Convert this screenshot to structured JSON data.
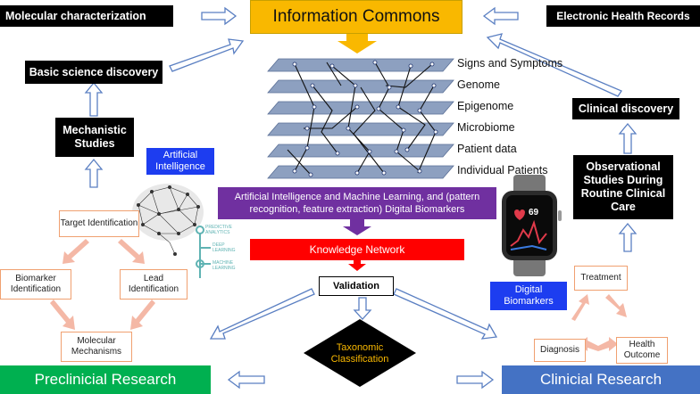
{
  "colors": {
    "commons_fill": "#f9b800",
    "purple_bar": "#7030a0",
    "red_bar": "#ff0000",
    "green_bar": "#00b050",
    "blue_bar": "#4472c4",
    "blue_label": "#1d3df0",
    "orange_border": "#f0a070",
    "pink_arrow": "#f4b8a6"
  },
  "top_left": {
    "molecular": "Molecular characterization",
    "basic_science": "Basic science discovery",
    "mechanistic": "Mechanistic Studies"
  },
  "top_right": {
    "ehr": "Electronic Health Records",
    "clinical_discovery": "Clinical discovery",
    "observational": "Observational Studies During Routine  Clinical Care"
  },
  "center": {
    "commons": "Information Commons",
    "layers": [
      "Signs and Symptoms",
      "Genome",
      "Epigenome",
      "Microbiome",
      "Patient data",
      "Individual Patients"
    ],
    "ai_bar": "Artificial Intelligence and Machine Learning, and (pattern recognition, feature extraction) Digital Biomarkers",
    "knowledge": "Knowledge Network",
    "validation": "Validation",
    "taxonomic": "Taxonomic Classification"
  },
  "labels": {
    "ai": "Artificial Intelligence",
    "digital_biomarkers": "Digital Biomarkers",
    "predictive": "PREDICTIVE ANALYTICS",
    "deep": "DEEP LEARNING",
    "machine": "MACHINE LEARNING",
    "watch_num": "69"
  },
  "preclinical": {
    "target": "Target Identification",
    "biomarker": "Biomarker Identification",
    "lead": "Lead Identification",
    "molecular_mech": "Molecular Mechanisms",
    "bar": "Preclinicial Research"
  },
  "clinical": {
    "treatment": "Treatment",
    "diagnosis": "Diagnosis",
    "health_outcome": "Health Outcome",
    "bar": "Clinicial Research"
  }
}
